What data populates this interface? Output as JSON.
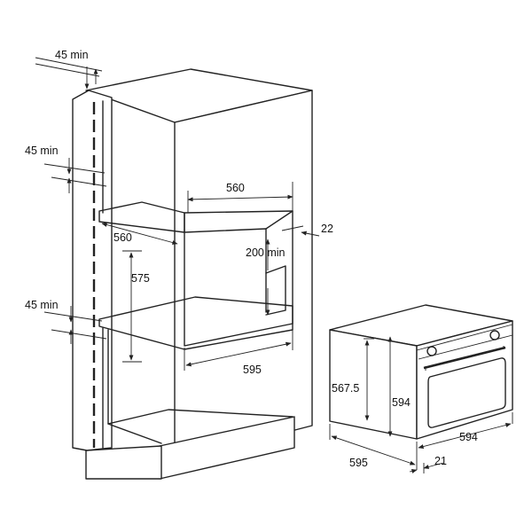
{
  "labels": {
    "top_gap": "45 min",
    "mid_gap": "45 min",
    "low_gap": "45 min",
    "niche_width_back": "560",
    "niche_depth": "560",
    "niche_height": "575",
    "side_thickness": "22",
    "vent_gap": "200 min",
    "niche_width_front": "595",
    "oven_depth_body": "567.5",
    "oven_height": "594",
    "oven_width": "594",
    "oven_depth_total": "595",
    "oven_panel": "21"
  }
}
